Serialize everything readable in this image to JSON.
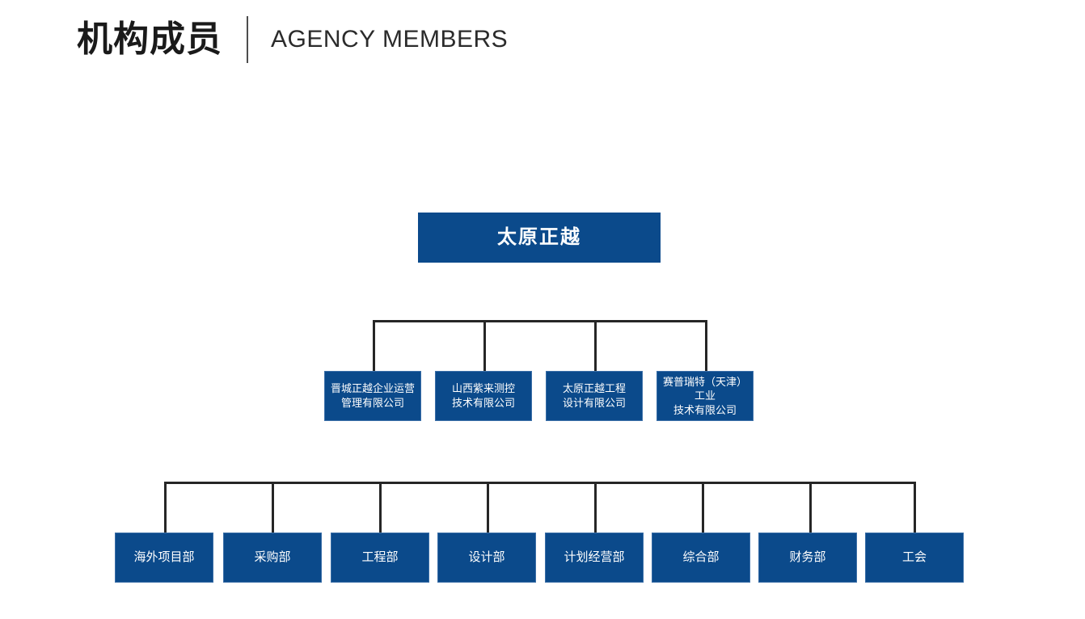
{
  "header": {
    "title_cn": "机构成员",
    "title_en": "AGENCY MEMBERS",
    "divider": "vertical-rule"
  },
  "theme": {
    "box_fill": "#0b4a8b",
    "box_border": "#3b6fa8",
    "box_text": "#ffffff",
    "line_color": "#262626",
    "page_background": "#ffffff",
    "header_text": "#1a1a1a"
  },
  "org_chart": {
    "type": "hierarchy",
    "root": {
      "label": "太原正越",
      "level": 1
    },
    "level2": [
      {
        "label": "晋城正越企业运营\n管理有限公司",
        "line1": "晋城正越企业运营",
        "line2": "管理有限公司"
      },
      {
        "label": "山西紫来测控\n技术有限公司",
        "line1": "山西紫来测控",
        "line2": "技术有限公司"
      },
      {
        "label": "太原正越工程\n设计有限公司",
        "line1": "太原正越工程",
        "line2": "设计有限公司"
      },
      {
        "label": "赛普瑞特（天津）工业\n技术有限公司",
        "line1": "赛普瑞特（天津）工业",
        "line2": "技术有限公司"
      }
    ],
    "level3": [
      {
        "label": "海外项目部"
      },
      {
        "label": "采购部"
      },
      {
        "label": "工程部"
      },
      {
        "label": "设计部"
      },
      {
        "label": "计划经营部"
      },
      {
        "label": "综合部"
      },
      {
        "label": "财务部"
      },
      {
        "label": "工会"
      }
    ]
  }
}
